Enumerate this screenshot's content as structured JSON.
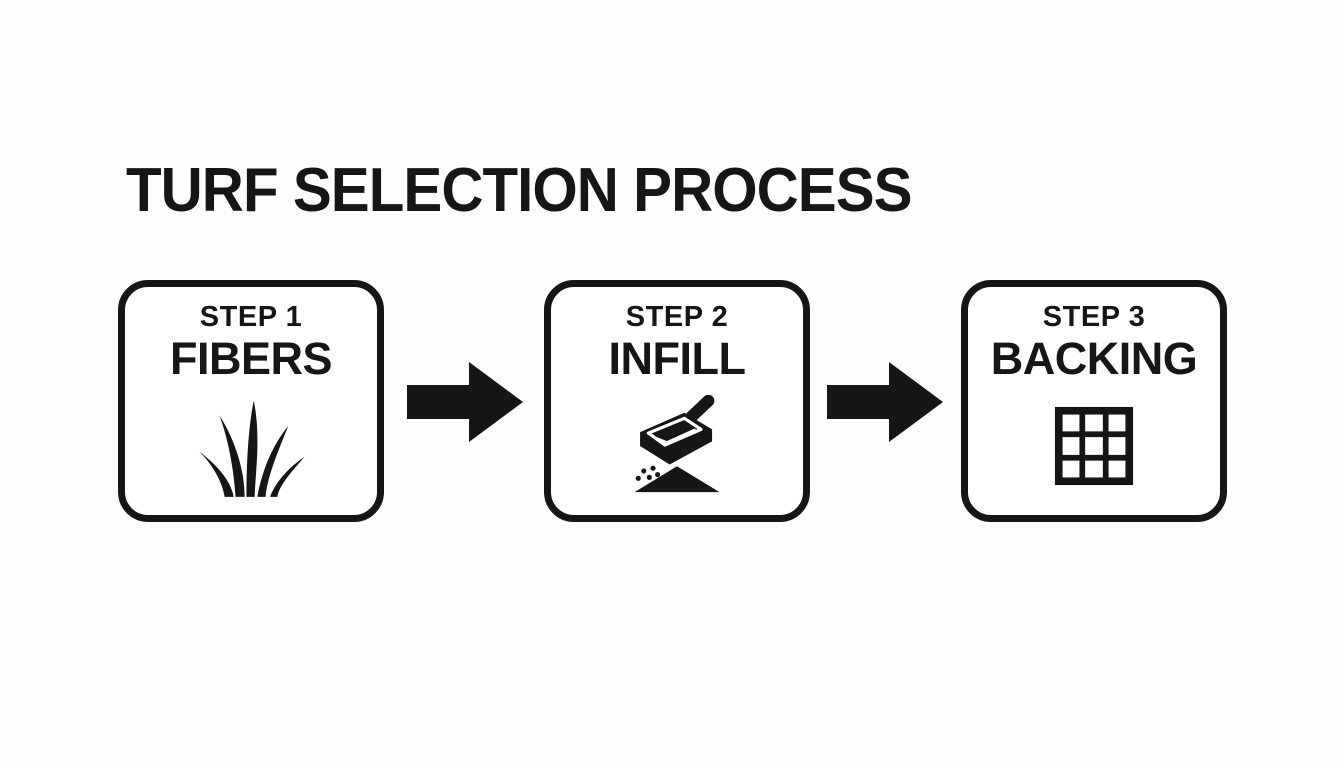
{
  "page": {
    "background": "#fdfdfe",
    "ink": "#161616",
    "title": "TURF SELECTION PROCESS"
  },
  "steps": [
    {
      "label": "STEP 1",
      "name": "FIBERS",
      "icon": "grass-fibers-icon"
    },
    {
      "label": "STEP 2",
      "name": "INFILL",
      "icon": "infill-scoop-icon"
    },
    {
      "label": "STEP 3",
      "name": "BACKING",
      "icon": "backing-grid-icon"
    }
  ],
  "connectors": [
    {
      "icon": "arrow-right-icon"
    },
    {
      "icon": "arrow-right-icon"
    }
  ]
}
